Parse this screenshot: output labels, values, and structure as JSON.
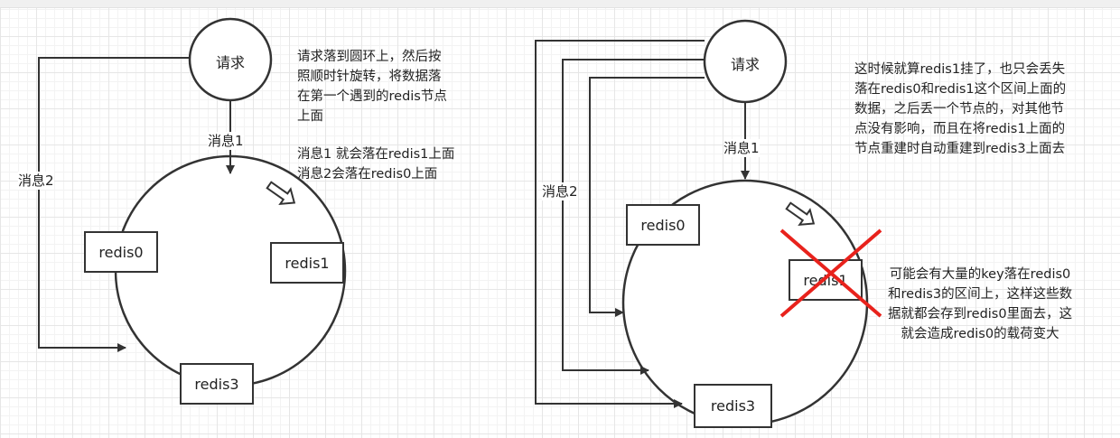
{
  "left": {
    "request": "请求",
    "msg1": "消息1",
    "msg2": "消息2",
    "nodes": [
      "redis0",
      "redis1",
      "redis3"
    ],
    "note1": "请求落到圆环上，然后按\n照顺时针旋转，将数据落\n在第一个遇到的redis节点\n上面",
    "note2": "消息1 就会落在redis1上面\n消息2会落在redis0上面"
  },
  "right": {
    "request": "请求",
    "msg1": "消息1",
    "msg2": "消息2",
    "nodes": [
      "redis0",
      "redis1",
      "redis3"
    ],
    "note1": "这时候就算redis1挂了，也只会丢失\n落在redis0和redis1这个区间上面的\n数据，之后丢一个节点的，对其他节\n点没有影响，而且在将redis1上面的\n节点重建时自动重建到redis3上面去",
    "note2": "可能会有大量的key落在redis0\n和redis3的区间上，这样这些数\n据就都会存到redis0里面去，这\n就会造成redis0的载荷变大"
  },
  "colors": {
    "stroke": "#333333",
    "cross": "#e8221c",
    "grid": "#e6e6e6"
  }
}
